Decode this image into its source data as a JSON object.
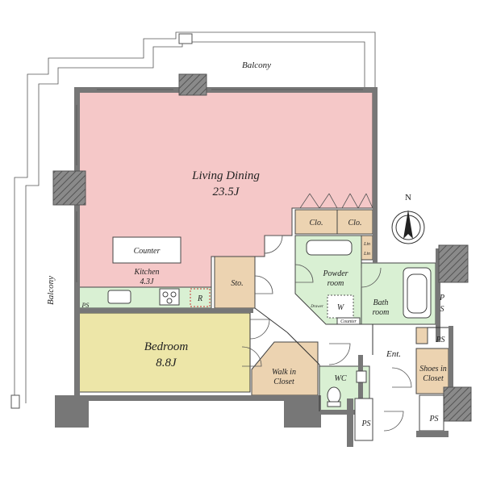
{
  "plan": {
    "rooms": {
      "balcony_top": "Balcony",
      "balcony_left": "Balcony",
      "living_dining": "Living Dining",
      "living_dining_size": "23.5J",
      "counter": "Counter",
      "kitchen": "Kitchen",
      "kitchen_size": "4.3J",
      "fridge": "R",
      "storage": "Sto.",
      "closet_1": "Clo.",
      "closet_2": "Clo.",
      "linen_1": "Lin",
      "linen_2": "Lin",
      "powder_room_1": "Powder",
      "powder_room_2": "room",
      "washer": "W",
      "small_counter": "Counter",
      "drawer": "Drawer",
      "bath_room_1": "Bath",
      "bath_room_2": "room",
      "ps_left": "PS",
      "ps_right_vertical_1": "P",
      "ps_right_vertical_2": "S",
      "ps_entry": "PS",
      "ps_bottom_1": "PS",
      "ps_bottom_2": "PS",
      "entrance": "Ent.",
      "shoes_closet_1": "Shoes in",
      "shoes_closet_2": "Closet",
      "bedroom": "Bedroom",
      "bedroom_size": "8.8J",
      "walk_in_closet_1": "Walk in",
      "walk_in_closet_2": "Closet",
      "wc": "WC"
    },
    "compass_label": "N",
    "colors": {
      "living": "#f5c8c8",
      "bedroom": "#ede6a8",
      "storage": "#ecd3b1",
      "wet": "#d9f0d3",
      "wall": "#777777"
    }
  }
}
